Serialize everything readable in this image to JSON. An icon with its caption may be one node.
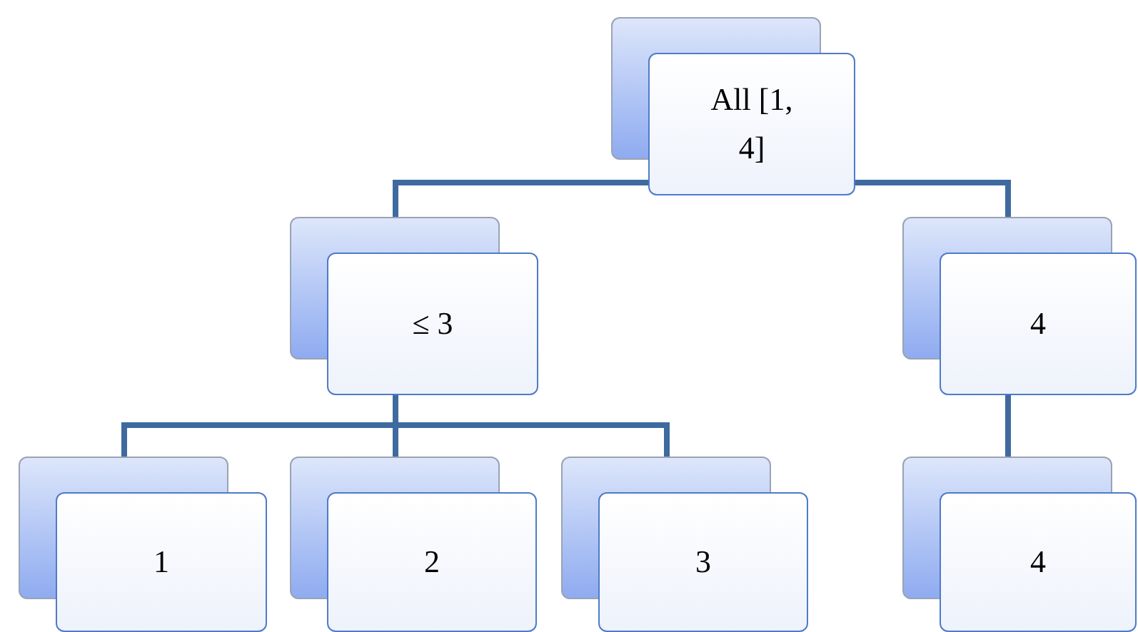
{
  "diagram": {
    "nodes": [
      {
        "text": [
          "All [1, 4]"
        ]
      },
      {
        "text": [
          "≤ 3"
        ]
      },
      {
        "text": [
          "4"
        ]
      },
      {
        "text": [
          "1"
        ]
      },
      {
        "text": [
          "2"
        ]
      },
      {
        "text": [
          "3"
        ]
      },
      {
        "text": [
          "4"
        ]
      }
    ],
    "edges": [
      {
        "from": 0,
        "to": 1,
        "arrow": "none"
      },
      {
        "from": 0,
        "to": 2,
        "arrow": "none"
      },
      {
        "from": 1,
        "to": 3,
        "arrow": "none"
      },
      {
        "from": 1,
        "to": 4,
        "arrow": "none"
      },
      {
        "from": 1,
        "to": 5,
        "arrow": "none"
      },
      {
        "from": 2,
        "to": 6,
        "arrow": "none"
      }
    ]
  }
}
